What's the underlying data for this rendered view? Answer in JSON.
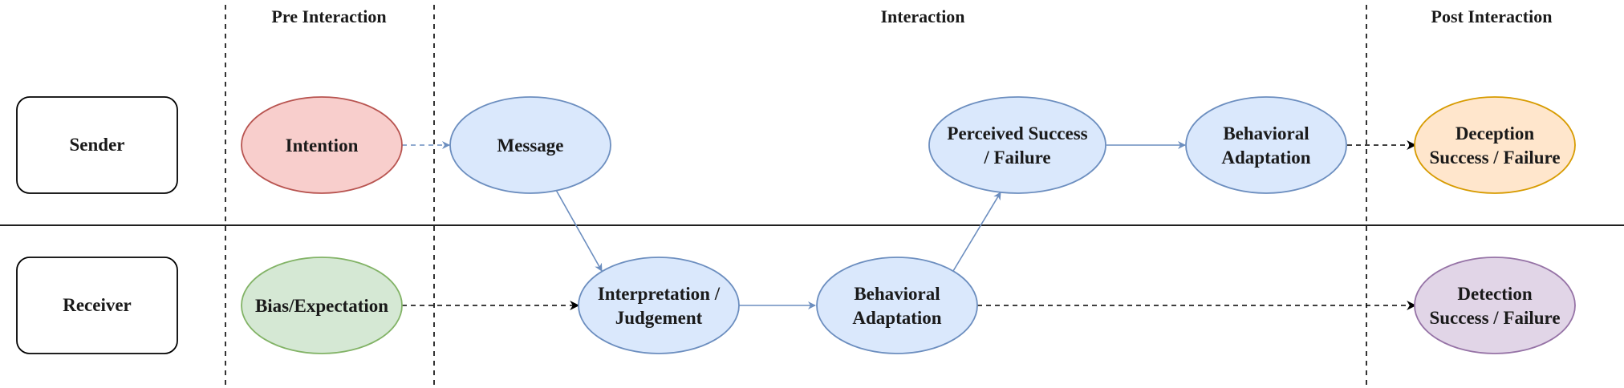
{
  "phases": {
    "pre": "Pre Interaction",
    "interaction": "Interaction",
    "post": "Post Interaction"
  },
  "roles": {
    "sender": "Sender",
    "receiver": "Receiver"
  },
  "nodes": {
    "intention": [
      "Intention"
    ],
    "message": [
      "Message"
    ],
    "perceived": [
      "Perceived Success",
      "/ Failure"
    ],
    "sender_adapt": [
      "Behavioral",
      "Adaptation"
    ],
    "deception": [
      "Deception",
      "Success / Failure"
    ],
    "bias": [
      "Bias/Expectation"
    ],
    "interpretation": [
      "Interpretation /",
      "Judgement"
    ],
    "receiver_adapt": [
      "Behavioral",
      "Adaptation"
    ],
    "detection": [
      "Detection",
      "Success / Failure"
    ]
  },
  "colors": {
    "red_fill": "#f8cecc",
    "red_stroke": "#b85450",
    "blue_fill": "#dae8fc",
    "blue_stroke": "#6c8ebf",
    "orange_fill": "#ffe6cc",
    "orange_stroke": "#d79b00",
    "green_fill": "#d5e8d4",
    "green_stroke": "#82b366",
    "purple_fill": "#e1d5e7",
    "purple_stroke": "#9673a6"
  }
}
